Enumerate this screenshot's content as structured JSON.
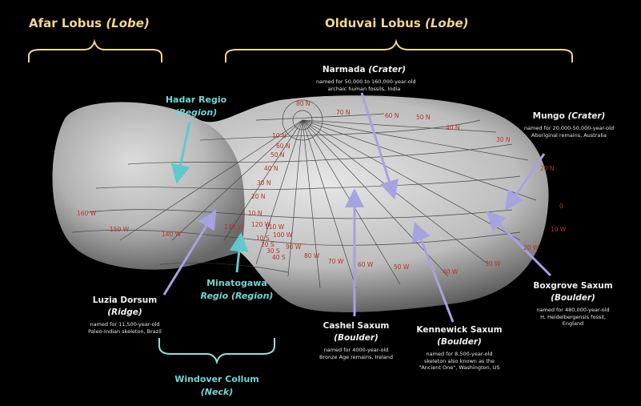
{
  "lobes": {
    "afar": {
      "name": "Afar Lobus",
      "type": "(Lobe)"
    },
    "olduvai": {
      "name": "Olduvai Lobus",
      "type": "(Lobe)"
    }
  },
  "features": {
    "hadar": {
      "name": "Hadar Regio",
      "type": "(Region)"
    },
    "minatogawa": {
      "name": "Minatogawa",
      "type": "Regio (Region)"
    },
    "windover": {
      "name": "Windover Collum",
      "type": "(Neck)"
    },
    "narmada": {
      "name": "Narmada",
      "type": "(Crater)",
      "note1": "named for 50,000 to 160,000-year-old",
      "note2": "archaic human fossils, India"
    },
    "mungo": {
      "name": "Mungo",
      "type": "(Crater)",
      "note1": "named for 20,000-50,000-year-old",
      "note2": "Aboriginal remains, Australia"
    },
    "luzia": {
      "name": "Luzia Dorsum",
      "type": "(Ridge)",
      "note1": "named for 11,500-year-old",
      "note2": "Paleo-Indian skeleton, Brazil"
    },
    "cashel": {
      "name": "Cashel Saxum",
      "type": "(Boulder)",
      "note1": "named for 4000-year-old",
      "note2": "Bronze Age remains, Ireland"
    },
    "kennewick": {
      "name": "Kennewick Saxum",
      "type": "(Boulder)",
      "note1": "named for 8,500-year-old",
      "note2": "skeleton also known as the",
      "note3": "\"Ancient One\", Washington, US"
    },
    "boxgrove": {
      "name": "Boxgrove Saxum",
      "type": "(Boulder)",
      "note1": "named for 480,000-year-old",
      "note2": "H. Heidelbergensis fossil,",
      "note3": "England"
    }
  },
  "grid_labels": {
    "lon": [
      "160 W",
      "150 W",
      "140 W",
      "130 W",
      "120 W",
      "110 W",
      "100 W",
      "90 W",
      "80 W",
      "70 W",
      "60 W",
      "50 W",
      "40 W",
      "30 W",
      "20 W",
      "10 W",
      "0"
    ],
    "lat": [
      "60 N",
      "50 N",
      "40 N",
      "30 N",
      "20 N",
      "10 N",
      "10 S",
      "20 S",
      "30 S",
      "40 S",
      "80 N",
      "70 N",
      "60 N",
      "50 N",
      "40 N",
      "30 N",
      "20 N",
      "10 N"
    ]
  },
  "colors": {
    "lobe_bracket": "#f5d58a",
    "neck_bracket": "#8fe0de",
    "cyan_arrow": "#5fc9cc",
    "violet_arrow": "#a7a2e0",
    "grid": "#b7332c"
  }
}
